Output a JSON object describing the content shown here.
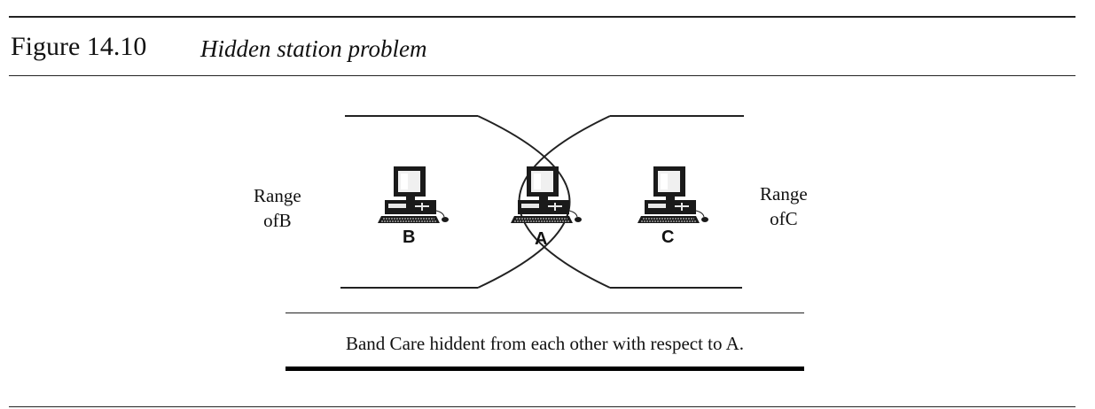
{
  "figure": {
    "number": "Figure 14.10",
    "caption": "Hidden station problem"
  },
  "diagram": {
    "range_b_line1": "Range",
    "range_b_line2": "ofB",
    "range_c_line1": "Range",
    "range_c_line2": "ofC",
    "stations": [
      "B",
      "A",
      "C"
    ],
    "note": "Band Care hiddent from each other with respect to A."
  }
}
